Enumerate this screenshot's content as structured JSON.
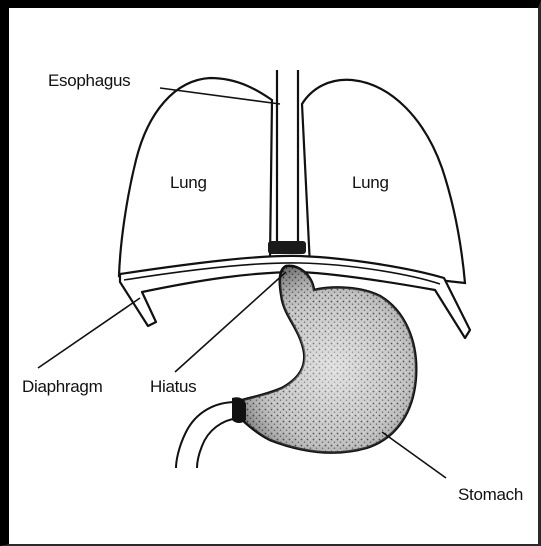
{
  "labels": {
    "esophagus": "Esophagus",
    "lung_left": "Lung",
    "lung_right": "Lung",
    "diaphragm": "Diaphragm",
    "hiatus": "Hiatus",
    "stomach": "Stomach"
  },
  "colors": {
    "line": "#111111",
    "stomach_fill": "#9a9a9a",
    "background": "#ffffff"
  }
}
